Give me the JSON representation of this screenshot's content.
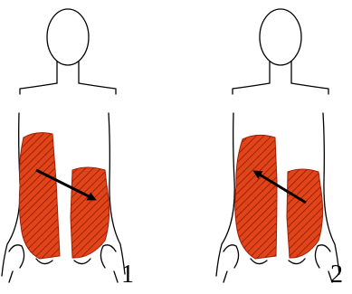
{
  "figures": [
    {
      "label": "1",
      "arrow_direction": "down-right"
    },
    {
      "label": "2",
      "arrow_direction": "up-left"
    }
  ],
  "colors": {
    "muscle_fill": "#e2441a",
    "muscle_stripe": "#8a1a05",
    "outline": "#000000",
    "arrow": "#000000",
    "background": "#ffffff"
  }
}
